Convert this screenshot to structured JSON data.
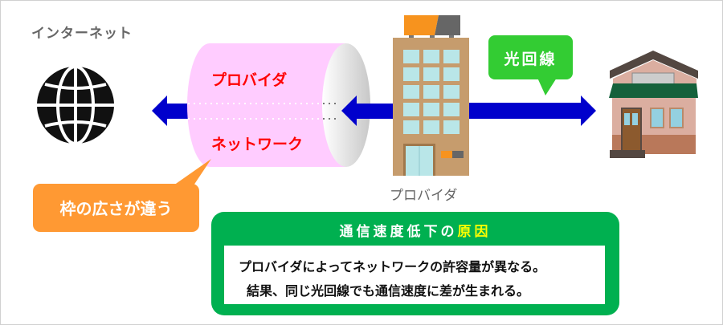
{
  "internet_label": "インターネット",
  "pipe": {
    "top_label": "プロバイダ",
    "bottom_label": "ネットワーク"
  },
  "building_label": "プロバイダ",
  "line_callout": "光回線",
  "width_callout": "枠の広さが違う",
  "cause_box": {
    "title_prefix": "通信速度低下の",
    "title_highlight": "原因",
    "lines": [
      "プロバイダによってネットワークの許容量が異なる。",
      "結果、同じ光回線でも通信速度に差が生まれる。"
    ]
  },
  "colors": {
    "arrow": "#0000cc",
    "pipe": "#ffccff",
    "callout_green": "#33cc33",
    "callout_orange": "#ff9933",
    "box_green": "#00b050",
    "pipe_text": "#ff0000"
  }
}
